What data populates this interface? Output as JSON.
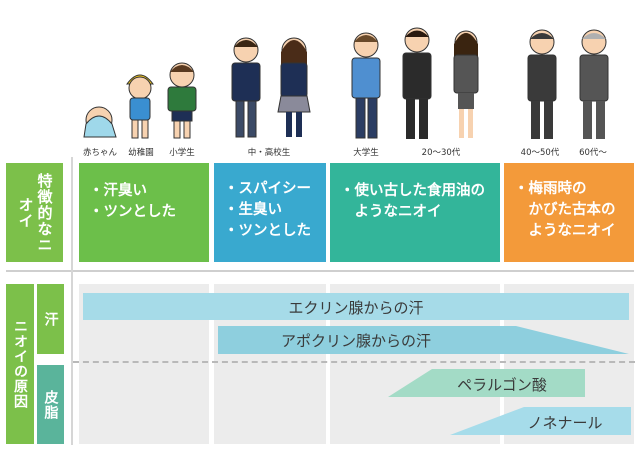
{
  "ages": [
    "赤ちゃん",
    "幼稚園",
    "小学生",
    "中・高校生",
    "大学生",
    "20〜30代",
    "40〜50代",
    "60代〜"
  ],
  "traits_header": "特徴的なニオイ",
  "traits": [
    {
      "lines": [
        "・汗臭い",
        "・ツンとした"
      ],
      "color": "#6cbf4a"
    },
    {
      "lines": [
        "・スパイシー",
        "・生臭い",
        "・ツンとした"
      ],
      "color": "#39a9cf"
    },
    {
      "lines": [
        "・使い古した食用油の",
        "　ようなニオイ"
      ],
      "color": "#33b59a"
    },
    {
      "lines": [
        "・梅雨時の",
        "　かびた古本の",
        "　ようなニオイ"
      ],
      "color": "#f39a3a"
    }
  ],
  "causes_header": "ニオイの原因",
  "sweat_label": "汗",
  "sebum_label": "皮脂",
  "bars": [
    {
      "label": "エクリン腺からの汗",
      "color": "#a6dbe8"
    },
    {
      "label": "アポクリン腺からの汗",
      "color": "#8ecfde"
    },
    {
      "label": "ペラルゴン酸",
      "color": "#a3dbc6"
    },
    {
      "label": "ノネナール",
      "color": "#a6dcea"
    }
  ],
  "colors": {
    "green": "#7cc04a",
    "teal": "#5ab49b",
    "grid": "#ececec"
  }
}
